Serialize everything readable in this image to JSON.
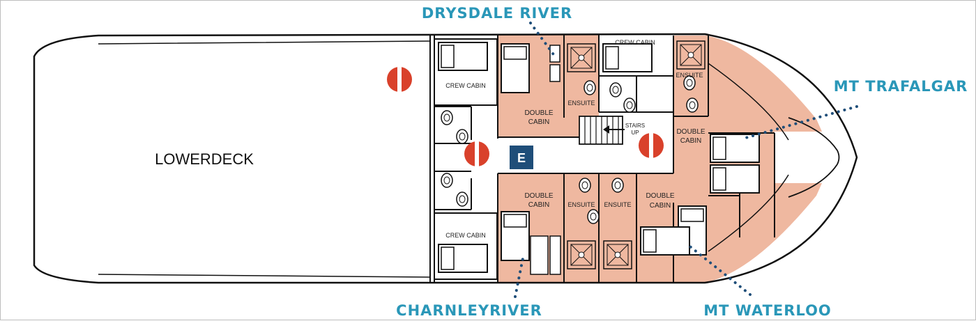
{
  "deck": {
    "name": "LOWERDECK"
  },
  "cabin_names": {
    "drysdale": "DRYSDALE RIVER",
    "trafalgar": "MT  TRAFALGAR",
    "charnley": "CHARNLEYRIVER",
    "waterloo": "MT  WATERLOO"
  },
  "room_labels": {
    "crew_cabin": "CREW CABIN",
    "double": "DOUBLE",
    "cabin": "CABIN",
    "ensuite": "ENSUITE",
    "stairs": "STAIRS",
    "up": "UP",
    "exit": "E"
  },
  "colors": {
    "cabin_fill": "#efb8a0",
    "line": "#111111",
    "name_text": "#2a97b8",
    "exit_box": "#1f4e79",
    "life_ring": "#d9412b",
    "dotted_pointer": "#1f4e79"
  },
  "icons": {
    "life_ring": "life-ring-icon",
    "toilet": "toilet-icon",
    "shower": "shower-icon",
    "bed": "bed-icon",
    "stairs": "stairs-icon"
  }
}
